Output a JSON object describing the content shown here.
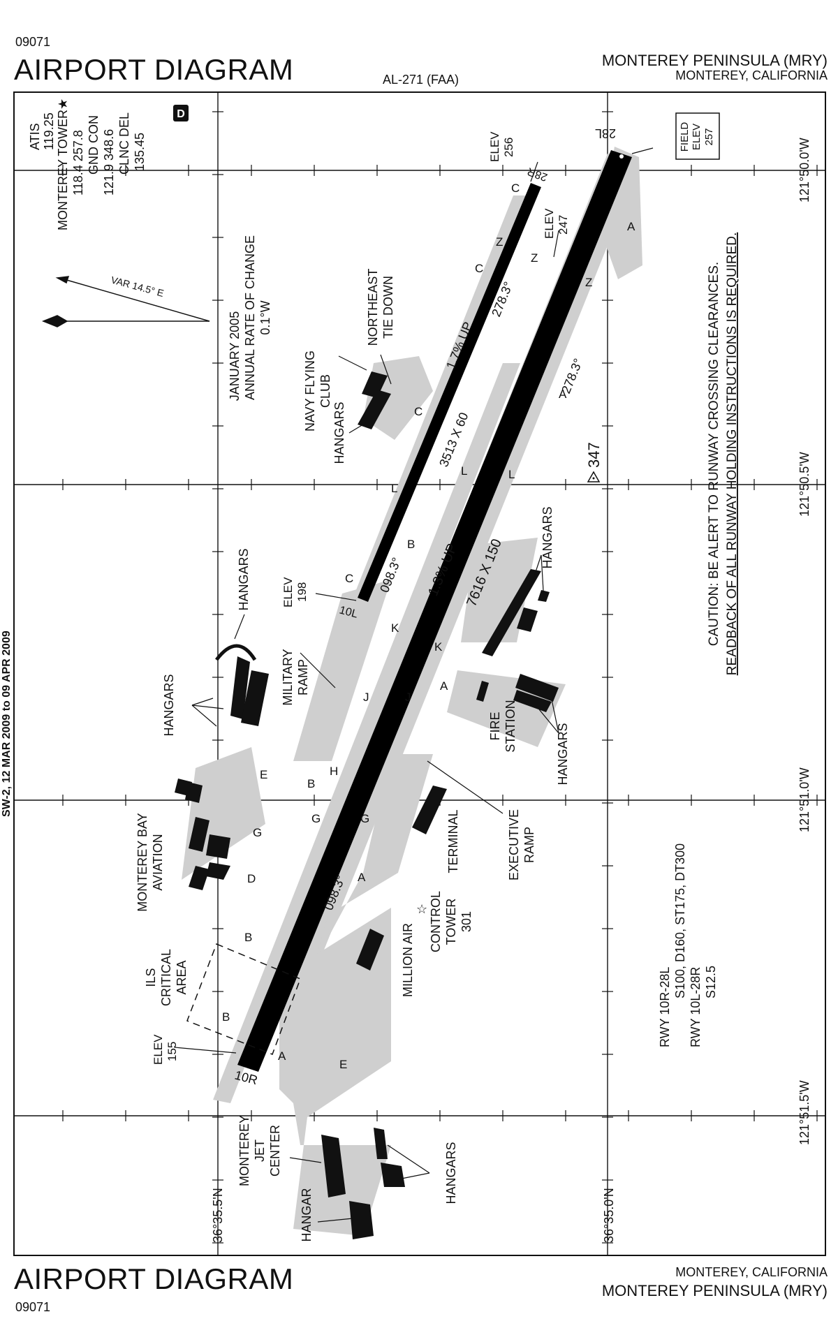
{
  "header": {
    "procedure_number": "09071",
    "title": "AIRPORT DIAGRAM",
    "chart_id": "AL-271 (FAA)",
    "airport": "MONTEREY PENINSULA (MRY)",
    "city": "MONTEREY, CALIFORNIA"
  },
  "footer": {
    "title": "AIRPORT DIAGRAM",
    "procedure_number": "09071",
    "city": "MONTEREY, CALIFORNIA",
    "airport": "MONTEREY PENINSULA (MRY)"
  },
  "comms": {
    "atis": "ATIS",
    "atis_freq": "119.25",
    "tower": "MONTEREY TOWER★",
    "tower_freq": "118.4 257.8",
    "gnd": "GND CON",
    "gnd_freq": "121.9 348.6",
    "clnc": "CLNC DEL",
    "clnc_freq": "135.45",
    "class_badge": "D"
  },
  "variation": {
    "var_label": "VAR 14.5° E",
    "epoch": "JANUARY 2005",
    "annual_label": "ANNUAL RATE OF CHANGE",
    "annual_value": "0.1°W"
  },
  "field_elev": {
    "line1": "FIELD",
    "line2": "ELEV",
    "value": "257"
  },
  "caution": {
    "line1": "CAUTION: BE ALERT TO RUNWAY CROSSING CLEARANCES.",
    "line2": "READBACK OF ALL RUNWAY HOLDING INSTRUCTIONS IS REQUIRED."
  },
  "runway_strength": {
    "rwy1": "RWY 10R-28L",
    "rwy1_vals": "S100, D160, ST175, DT300",
    "rwy2": "RWY 10L-28R",
    "rwy2_vals": "S12.5"
  },
  "runways": {
    "main_dims": "7616 X 150",
    "main_slope": "1.3% UP",
    "main_hdg_west": "098.3°",
    "main_hdg_east": "278.3°",
    "sec_dims": "3513 X 60",
    "sec_slope": "1.7% UP",
    "sec_hdg_west": "098.3°",
    "sec_hdg_east": "278.3°",
    "end_10r": "10R",
    "end_28l": "28L",
    "end_10l": "10L",
    "end_28r": "28R"
  },
  "elevations": {
    "elev_word": "ELEV",
    "e256": "256",
    "e247": "247",
    "e198": "198",
    "e155": "155",
    "obstacle": "347"
  },
  "coords": {
    "lon1": "121°50.0'W",
    "lon2": "121°50.5'W",
    "lon3": "121°51.0'W",
    "lon4": "121°51.5'W",
    "lat1": "36°35.5'N",
    "lat2": "36°35.0'N"
  },
  "facilities": {
    "hangars": "HANGARS",
    "hangar": "HANGAR",
    "navy1": "NAVY FLYING",
    "navy2": "CLUB",
    "ne1": "NORTHEAST",
    "ne2": "TIE DOWN",
    "mil1": "MILITARY",
    "mil2": "RAMP",
    "fire1": "FIRE",
    "fire2": "STATION",
    "exec1": "EXECUTIVE",
    "exec2": "RAMP",
    "terminal": "TERMINAL",
    "tower1": "CONTROL",
    "tower2": "TOWER",
    "tower3": "301",
    "million": "MILLION AIR",
    "mba1": "MONTEREY BAY",
    "mba2": "AVIATION",
    "ils1": "ILS",
    "ils2": "CRITICAL",
    "ils3": "AREA",
    "mjc1": "MONTEREY",
    "mjc2": "JET",
    "mjc3": "CENTER"
  },
  "taxiways": [
    "A",
    "B",
    "C",
    "D",
    "E",
    "G",
    "H",
    "J",
    "K",
    "L",
    "Z"
  ],
  "sidebar": "SW-2, 12 MAR 2009 to 09 APR 2009"
}
